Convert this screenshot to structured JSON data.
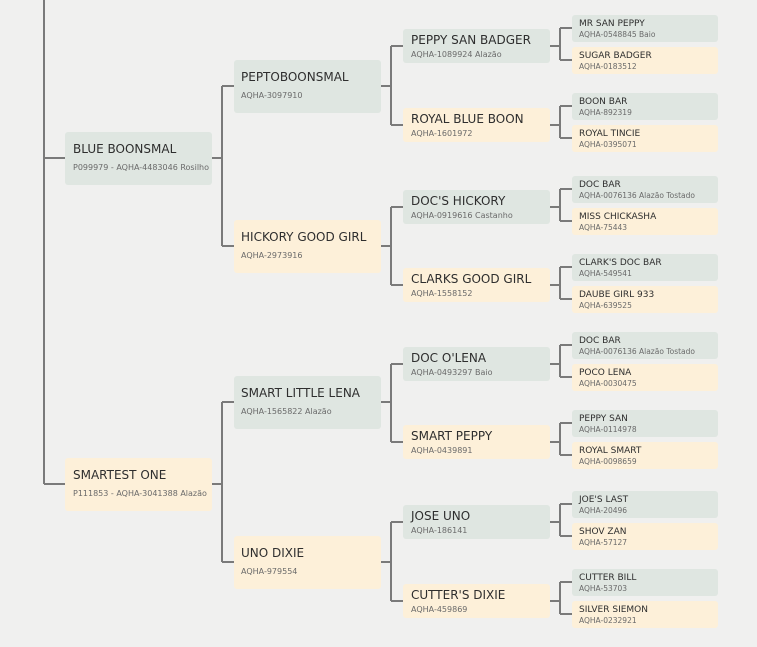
{
  "pedigree": {
    "sire": {
      "name": "BLUE BOONSMAL",
      "reg": "P099979 - AQHA-4483046 Rosilho",
      "sire": {
        "name": "PEPTOBOONSMAL",
        "reg": "AQHA-3097910",
        "sire": {
          "name": "PEPPY SAN BADGER",
          "reg": "AQHA-1089924 Alazão",
          "sire": {
            "name": "MR SAN PEPPY",
            "reg": "AQHA-0548845 Baio"
          },
          "dam": {
            "name": "SUGAR BADGER",
            "reg": "AQHA-0183512"
          }
        },
        "dam": {
          "name": "ROYAL BLUE BOON",
          "reg": "AQHA-1601972",
          "sire": {
            "name": "BOON BAR",
            "reg": "AQHA-892319"
          },
          "dam": {
            "name": "ROYAL TINCIE",
            "reg": "AQHA-0395071"
          }
        }
      },
      "dam": {
        "name": "HICKORY GOOD GIRL",
        "reg": "AQHA-2973916",
        "sire": {
          "name": "DOC'S HICKORY",
          "reg": "AQHA-0919616 Castanho",
          "sire": {
            "name": "DOC BAR",
            "reg": "AQHA-0076136 Alazão Tostado"
          },
          "dam": {
            "name": "MISS CHICKASHA",
            "reg": "AQHA-75443"
          }
        },
        "dam": {
          "name": "CLARKS GOOD GIRL",
          "reg": "AQHA-1558152",
          "sire": {
            "name": "CLARK'S DOC BAR",
            "reg": "AQHA-549541"
          },
          "dam": {
            "name": "DAUBE GIRL 933",
            "reg": "AQHA-639525"
          }
        }
      }
    },
    "dam": {
      "name": "SMARTEST ONE",
      "reg": "P111853 - AQHA-3041388 Alazão",
      "sire": {
        "name": "SMART LITTLE LENA",
        "reg": "AQHA-1565822 Alazão",
        "sire": {
          "name": "DOC O'LENA",
          "reg": "AQHA-0493297 Baio",
          "sire": {
            "name": "DOC BAR",
            "reg": "AQHA-0076136 Alazão Tostado"
          },
          "dam": {
            "name": "POCO LENA",
            "reg": "AQHA-0030475"
          }
        },
        "dam": {
          "name": "SMART PEPPY",
          "reg": "AQHA-0439891",
          "sire": {
            "name": "PEPPY SAN",
            "reg": "AQHA-0114978"
          },
          "dam": {
            "name": "ROYAL SMART",
            "reg": "AQHA-0098659"
          }
        }
      },
      "dam": {
        "name": "UNO DIXIE",
        "reg": "AQHA-979554",
        "sire": {
          "name": "JOSE UNO",
          "reg": "AQHA-186141",
          "sire": {
            "name": "JOE'S LAST",
            "reg": "AQHA-20496"
          },
          "dam": {
            "name": "SHOV ZAN",
            "reg": "AQHA-57127"
          }
        },
        "dam": {
          "name": "CUTTER'S DIXIE",
          "reg": "AQHA-459869",
          "sire": {
            "name": "CUTTER BILL",
            "reg": "AQHA-53703"
          },
          "dam": {
            "name": "SILVER SIEMON",
            "reg": "AQHA-0232921"
          }
        }
      }
    }
  }
}
